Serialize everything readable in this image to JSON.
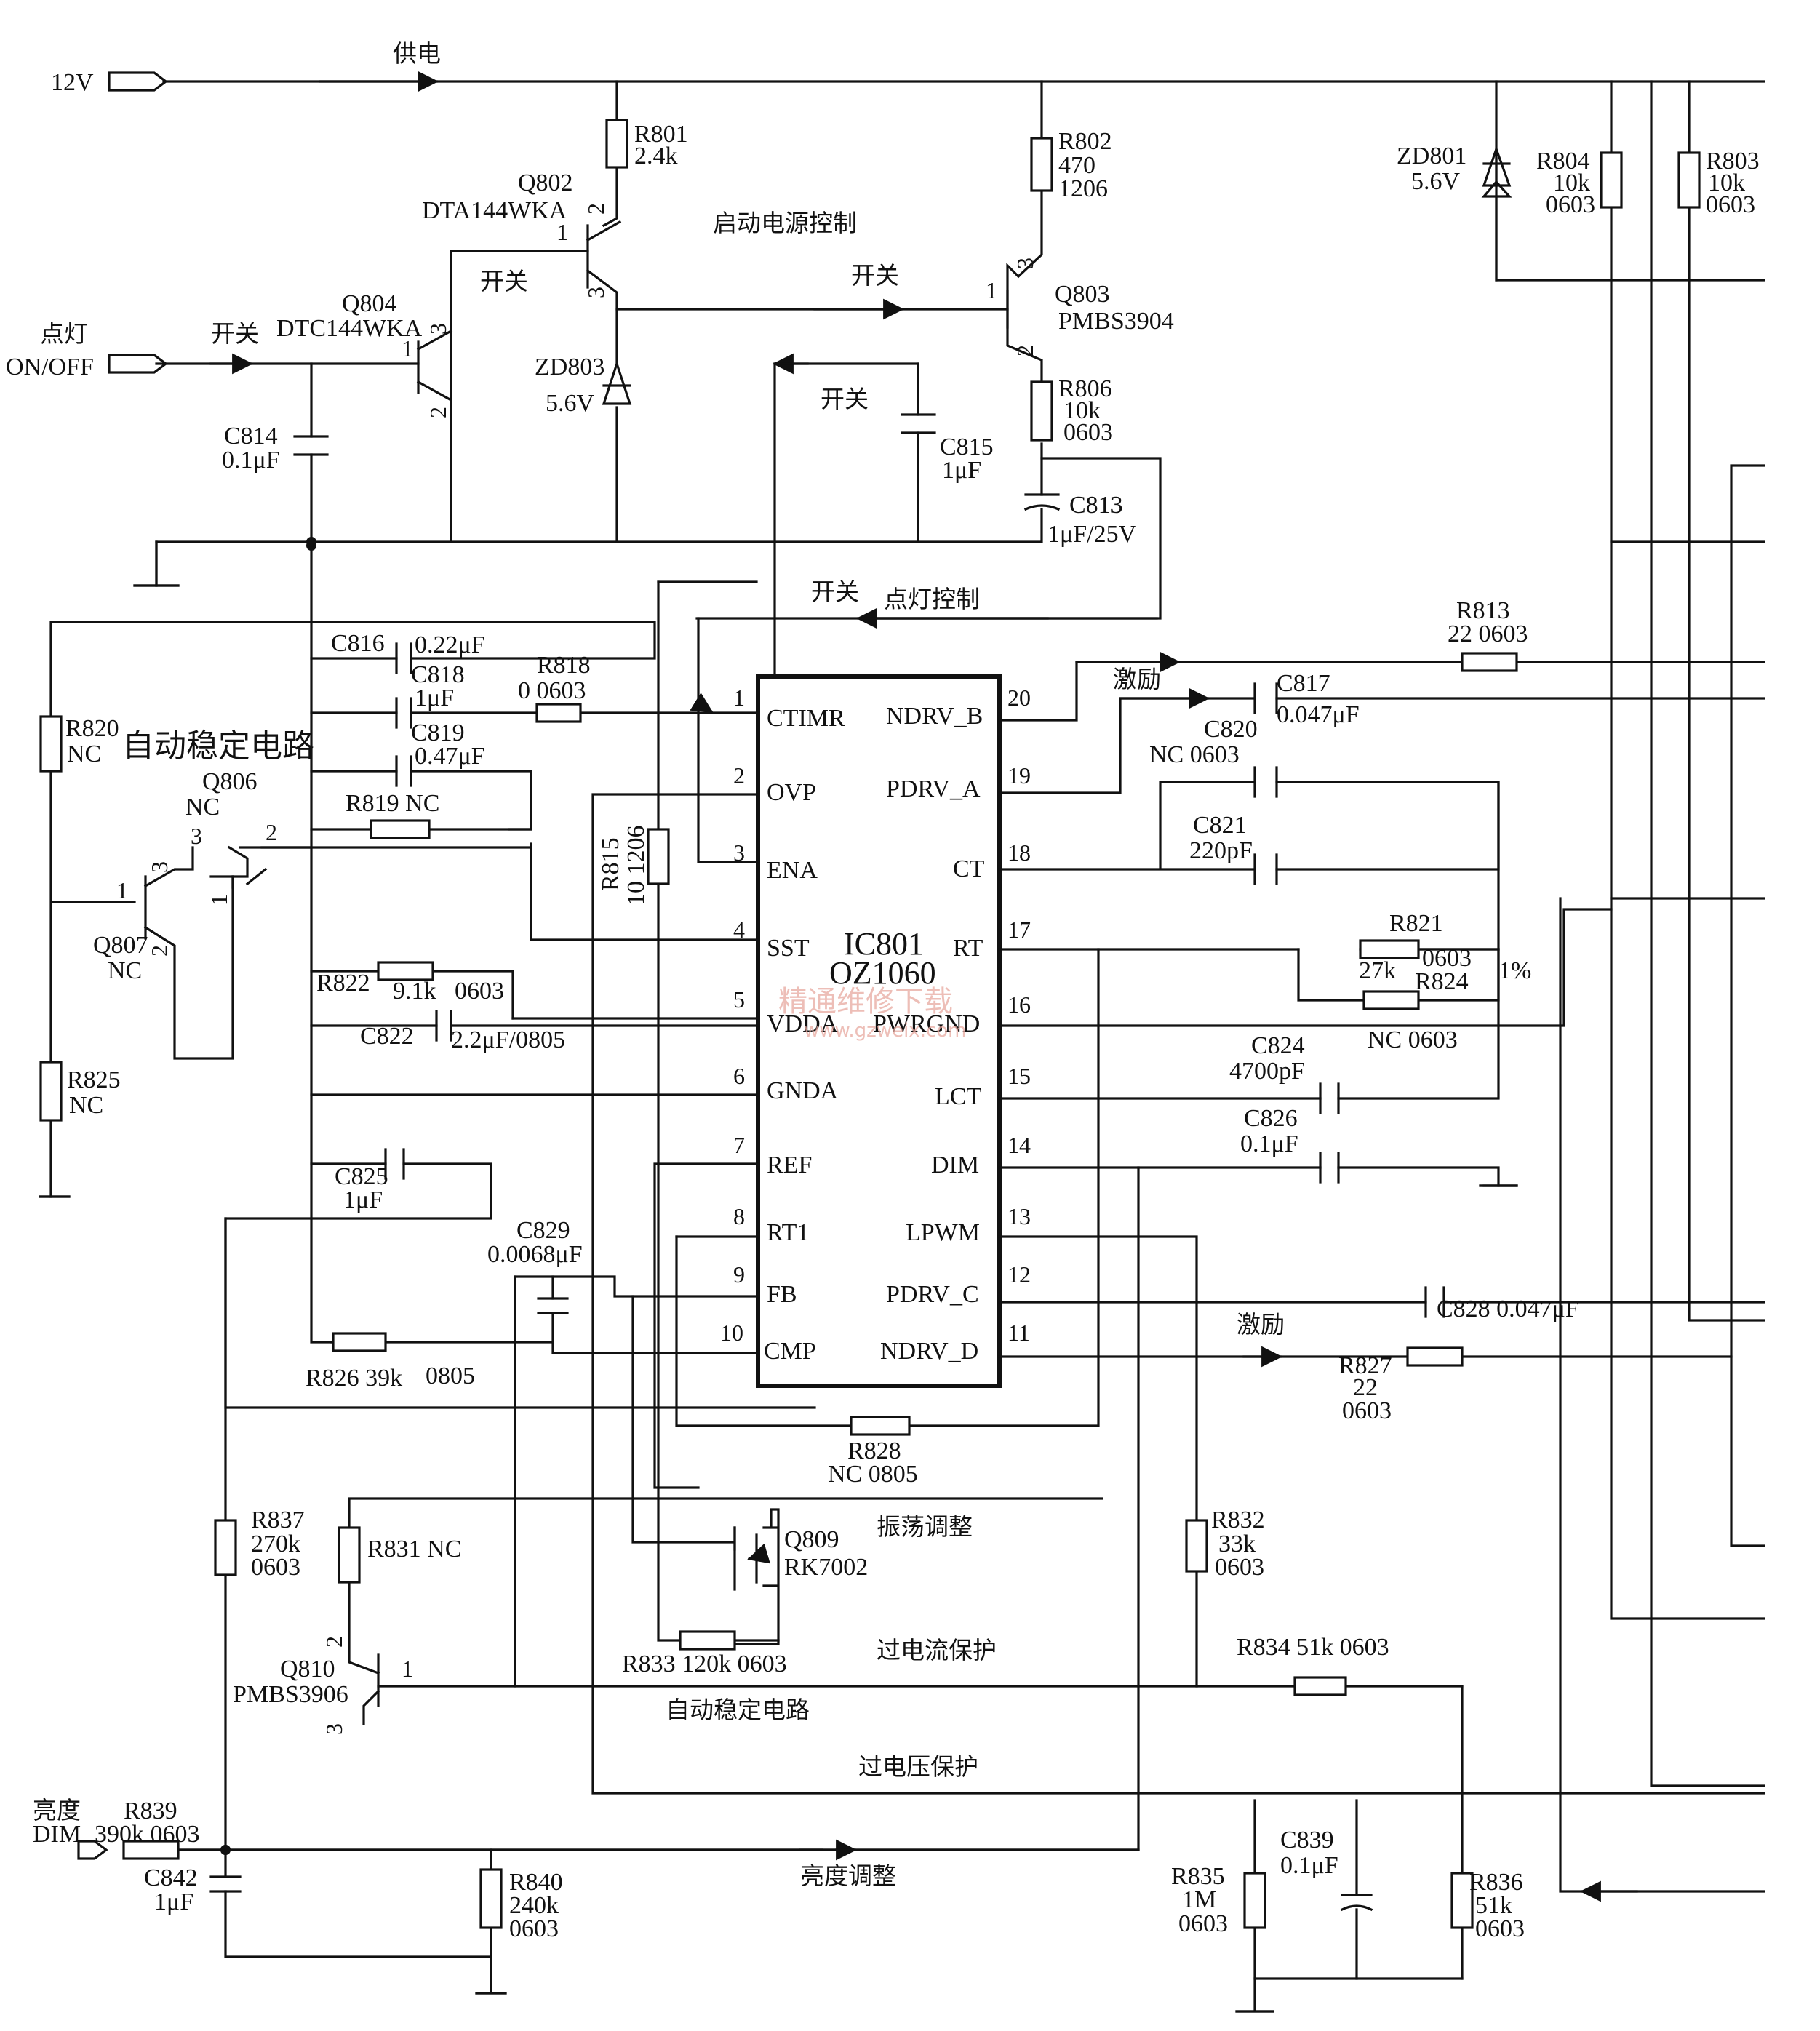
{
  "ic": {
    "ref": "IC801",
    "part": "OZ1060",
    "pins_left": [
      {
        "num": "1",
        "name": "CTIMR"
      },
      {
        "num": "2",
        "name": "OVP"
      },
      {
        "num": "3",
        "name": "ENA"
      },
      {
        "num": "4",
        "name": "SST"
      },
      {
        "num": "5",
        "name": "VDDA"
      },
      {
        "num": "6",
        "name": "GNDA"
      },
      {
        "num": "7",
        "name": "REF"
      },
      {
        "num": "8",
        "name": "RT1"
      },
      {
        "num": "9",
        "name": "FB"
      },
      {
        "num": "10",
        "name": "CMP"
      }
    ],
    "pins_right": [
      {
        "num": "20",
        "name": "NDRV_B"
      },
      {
        "num": "19",
        "name": "PDRV_A"
      },
      {
        "num": "18",
        "name": "CT"
      },
      {
        "num": "17",
        "name": "RT"
      },
      {
        "num": "16",
        "name": "PWRGND"
      },
      {
        "num": "15",
        "name": "LCT"
      },
      {
        "num": "14",
        "name": "DIM"
      },
      {
        "num": "13",
        "name": "LPWM"
      },
      {
        "num": "12",
        "name": "PDRV_C"
      },
      {
        "num": "11",
        "name": "NDRV_D"
      }
    ]
  },
  "ports": {
    "v12": "12V",
    "onoff_cn": "点灯",
    "onoff": "ON/OFF",
    "dim_cn": "亮度",
    "dim": "DIM"
  },
  "annotations": {
    "power_supply": "供电",
    "startup_control": "启动电源控制",
    "switch": "开关",
    "lamp_control": "点灯控制",
    "auto_stable": "自动稳定电路",
    "excite": "激励",
    "osc_adjust": "振荡调整",
    "ocp": "过电流保护",
    "ovp": "过电压保护",
    "brightness_adjust": "亮度调整",
    "tolerance": "1%"
  },
  "components": {
    "R801": [
      "R801",
      "2.4k"
    ],
    "R802": [
      "R802",
      "470",
      "1206"
    ],
    "Q802": [
      "Q802",
      "DTA144WKA"
    ],
    "Q803": [
      "Q803",
      "PMBS3904"
    ],
    "Q804": [
      "Q804",
      "DTC144WKA"
    ],
    "ZD803": [
      "ZD803",
      "5.6V"
    ],
    "ZD801": [
      "ZD801",
      "5.6V"
    ],
    "R804": [
      "R804",
      "10k",
      "0603"
    ],
    "R803": [
      "R803",
      "10k",
      "0603"
    ],
    "R806": [
      "R806",
      "10k",
      "0603"
    ],
    "C814": [
      "C814",
      "0.1μF"
    ],
    "C815": [
      "C815",
      "1μF"
    ],
    "C813": [
      "C813",
      "1μF/25V"
    ],
    "C816": [
      "C816",
      "0.22μF"
    ],
    "C818": [
      "C818",
      "1μF"
    ],
    "R818": [
      "R818",
      "0  0603"
    ],
    "C819": [
      "C819",
      "0.47μF"
    ],
    "R820": [
      "R820",
      "NC"
    ],
    "Q806": [
      "Q806",
      "NC"
    ],
    "R819": [
      "R819  NC"
    ],
    "Q807": [
      "Q807",
      "NC"
    ],
    "R815": [
      "R815",
      "10 1206"
    ],
    "R822": [
      "R822",
      "9.1k",
      "0603"
    ],
    "C822": [
      "C822",
      "2.2μF/0805"
    ],
    "R825": [
      "R825",
      "NC"
    ],
    "C825": [
      "C825",
      "1μF"
    ],
    "C829": [
      "C829",
      "0.0068μF"
    ],
    "R826": [
      "R826 39k",
      "0805"
    ],
    "R813": [
      "R813",
      "22  0603"
    ],
    "C817": [
      "C817",
      "0.047μF"
    ],
    "C820": [
      "C820",
      "NC  0603"
    ],
    "C821": [
      "C821",
      "220pF"
    ],
    "R821": [
      "R821",
      "0603"
    ],
    "R824": [
      "27k",
      "R824"
    ],
    "NC0603": [
      "NC  0603"
    ],
    "C824": [
      "C824",
      "4700pF"
    ],
    "C826": [
      "C826",
      "0.1μF"
    ],
    "C828": [
      "C828  0.047μF"
    ],
    "R827": [
      "R827",
      "22",
      "0603"
    ],
    "R828": [
      "R828",
      "NC 0805"
    ],
    "Q809": [
      "Q809",
      "RK7002"
    ],
    "R837": [
      "R837",
      "270k",
      "0603"
    ],
    "R831": [
      "R831 NC"
    ],
    "R832": [
      "R832",
      "33k",
      "0603"
    ],
    "Q810": [
      "Q810",
      "PMBS3906"
    ],
    "R833": [
      "R833 120k 0603"
    ],
    "R834": [
      "R834  51k    0603"
    ],
    "R839": [
      "R839",
      "390k 0603"
    ],
    "C842": [
      "C842",
      "1μF"
    ],
    "R840": [
      "R840",
      "240k",
      "0603"
    ],
    "R835": [
      "R835",
      "1M",
      "0603"
    ],
    "C839": [
      "C839",
      "0.1μF"
    ],
    "R836": [
      "R836",
      "51k",
      "0603"
    ]
  },
  "pin_numbers": {
    "q802_1": "1",
    "q802_2": "2",
    "q802_3": "3",
    "q803_1": "1",
    "q803_2": "2",
    "q803_3": "3",
    "q804_1": "1",
    "q804_2": "2",
    "q804_3": "3",
    "q806_1": "1",
    "q806_2": "2",
    "q806_3": "3",
    "q807_1": "1",
    "q807_2": "2",
    "q807_3": "3",
    "q810_1": "1",
    "q810_2": "2",
    "q810_3": "3"
  },
  "watermark": {
    "cn": "精通维修下载",
    "url": "www.gzweix.com"
  }
}
